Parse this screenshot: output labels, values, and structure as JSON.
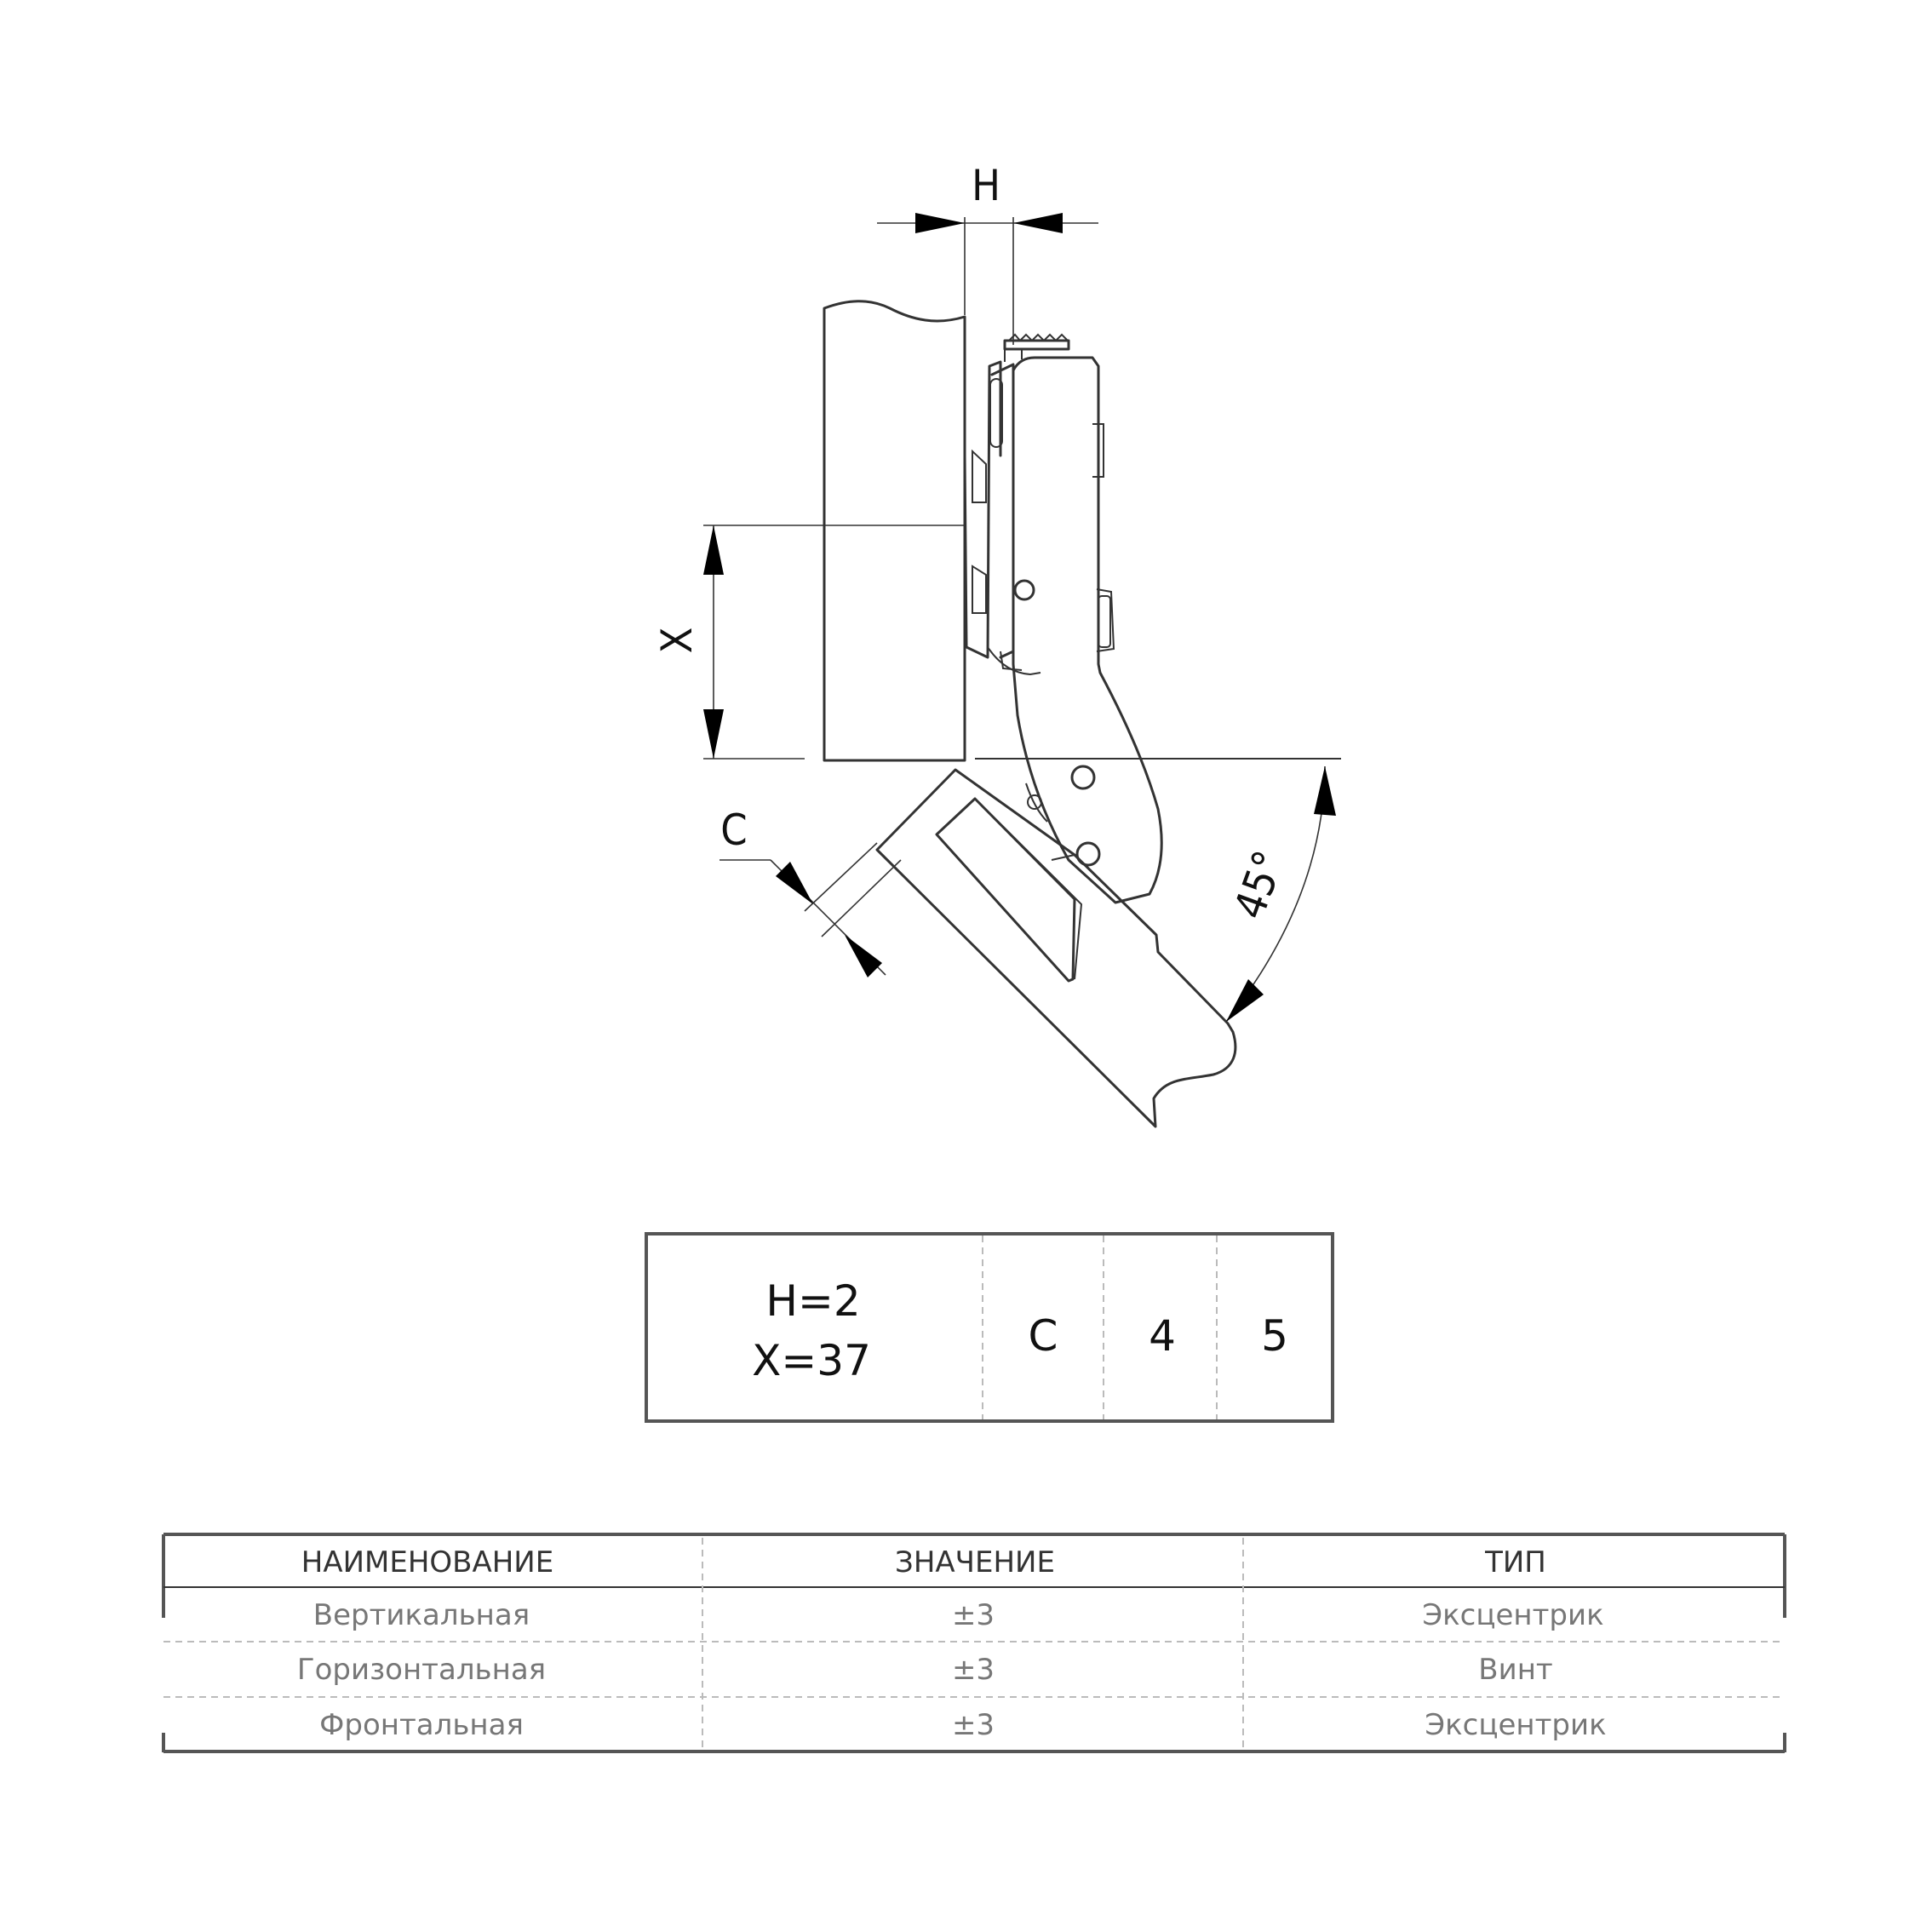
{
  "dimension_labels": {
    "h": "H",
    "x": "X",
    "c": "C",
    "angle": "45°"
  },
  "params_table": {
    "h_value": "H=2",
    "x_value": "X=37",
    "c_label": "C",
    "c_min": "4",
    "c_max": "5"
  },
  "spec_table": {
    "headers": [
      "НАИМЕНОВАНИЕ",
      "ЗНАЧЕНИЕ",
      "ТИП"
    ],
    "rows": [
      [
        "Вертикальная",
        "±3",
        "Эксцентрик"
      ],
      [
        "Горизонтальная",
        "±3",
        "Винт"
      ],
      [
        "Фронтальная",
        "±3",
        "Эксцентрик"
      ]
    ]
  },
  "colors": {
    "line": "#333333",
    "arrow": "#000000",
    "table_border": "#555555",
    "dashed_divider": "#bbbbbb",
    "spec_body_text": "#777777"
  }
}
